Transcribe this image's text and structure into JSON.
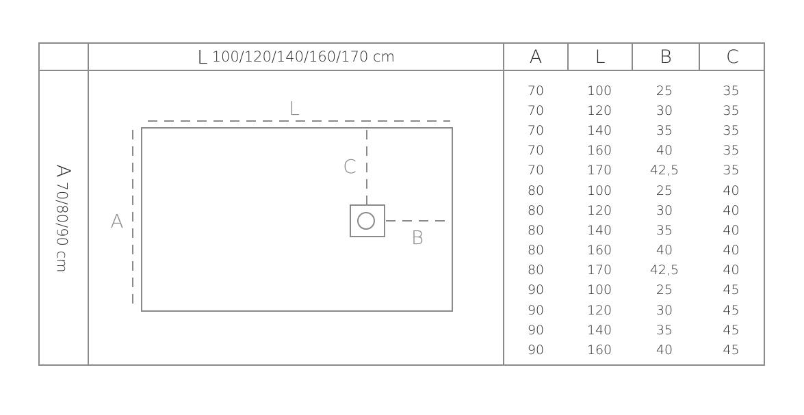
{
  "header": {
    "length_letter": "L",
    "length_values": "100/120/140/160/170 cm",
    "width_letter": "A",
    "width_values": "70/80/90 cm"
  },
  "columns": [
    "A",
    "L",
    "B",
    "C"
  ],
  "rows": [
    [
      "70",
      "100",
      "25",
      "35"
    ],
    [
      "70",
      "120",
      "30",
      "35"
    ],
    [
      "70",
      "140",
      "35",
      "35"
    ],
    [
      "70",
      "160",
      "40",
      "35"
    ],
    [
      "70",
      "170",
      "42,5",
      "35"
    ],
    [
      "80",
      "100",
      "25",
      "40"
    ],
    [
      "80",
      "120",
      "30",
      "40"
    ],
    [
      "80",
      "140",
      "35",
      "40"
    ],
    [
      "80",
      "160",
      "40",
      "40"
    ],
    [
      "80",
      "170",
      "42,5",
      "40"
    ],
    [
      "90",
      "100",
      "25",
      "45"
    ],
    [
      "90",
      "120",
      "30",
      "45"
    ],
    [
      "90",
      "140",
      "35",
      "45"
    ],
    [
      "90",
      "160",
      "40",
      "45"
    ]
  ],
  "diagram": {
    "label_l": "L",
    "label_a": "A",
    "label_b": "B",
    "label_c": "C"
  },
  "colors": {
    "line": "#8a8a8a",
    "text": "#2b2b2b"
  }
}
